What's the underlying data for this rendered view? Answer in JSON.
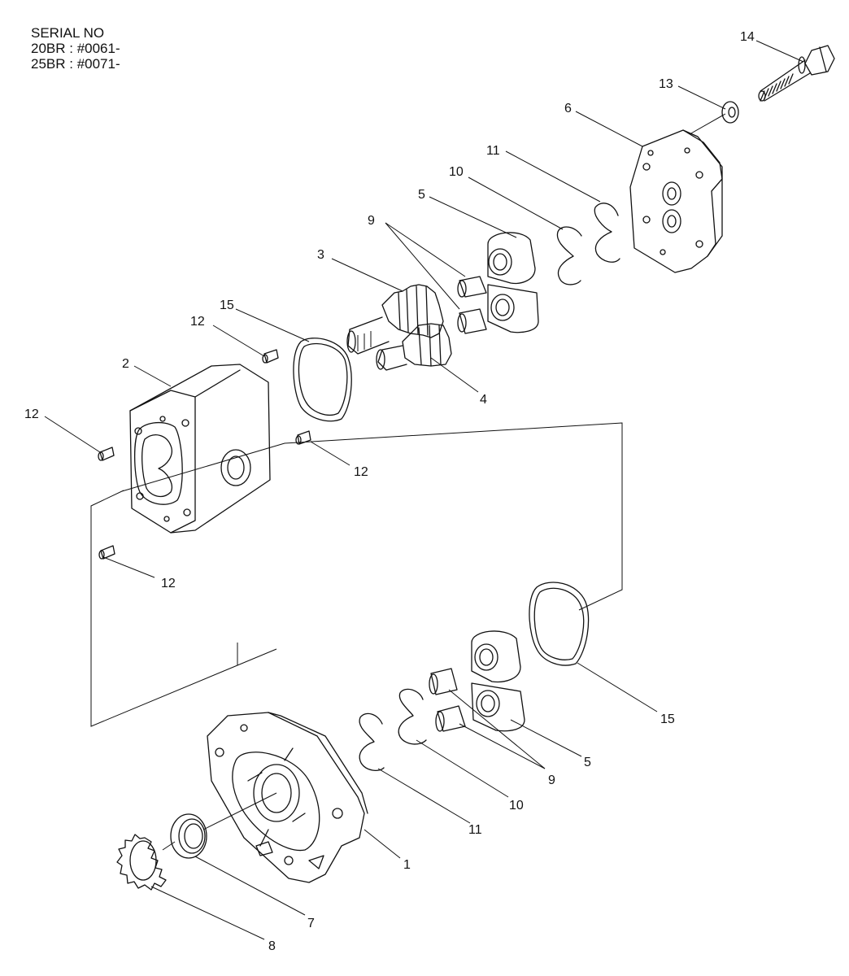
{
  "header": {
    "line1": "SERIAL NO",
    "line2": "20BR : #0061-",
    "line3": "25BR : #0071-"
  },
  "callouts": [
    {
      "id": "c14",
      "text": "14"
    },
    {
      "id": "c13",
      "text": "13"
    },
    {
      "id": "c6",
      "text": "6"
    },
    {
      "id": "c11a",
      "text": "11"
    },
    {
      "id": "c10a",
      "text": "10"
    },
    {
      "id": "c5a",
      "text": "5"
    },
    {
      "id": "c9a",
      "text": "9"
    },
    {
      "id": "c3",
      "text": "3"
    },
    {
      "id": "c15a",
      "text": "15"
    },
    {
      "id": "c12a",
      "text": "12"
    },
    {
      "id": "c2",
      "text": "2"
    },
    {
      "id": "c12b",
      "text": "12"
    },
    {
      "id": "c12c",
      "text": "12"
    },
    {
      "id": "c12d",
      "text": "12"
    },
    {
      "id": "c4",
      "text": "4"
    },
    {
      "id": "c15b",
      "text": "15"
    },
    {
      "id": "c5b",
      "text": "5"
    },
    {
      "id": "c9b",
      "text": "9"
    },
    {
      "id": "c10b",
      "text": "10"
    },
    {
      "id": "c11b",
      "text": "11"
    },
    {
      "id": "c1",
      "text": "1"
    },
    {
      "id": "c7",
      "text": "7"
    },
    {
      "id": "c8",
      "text": "8"
    }
  ]
}
